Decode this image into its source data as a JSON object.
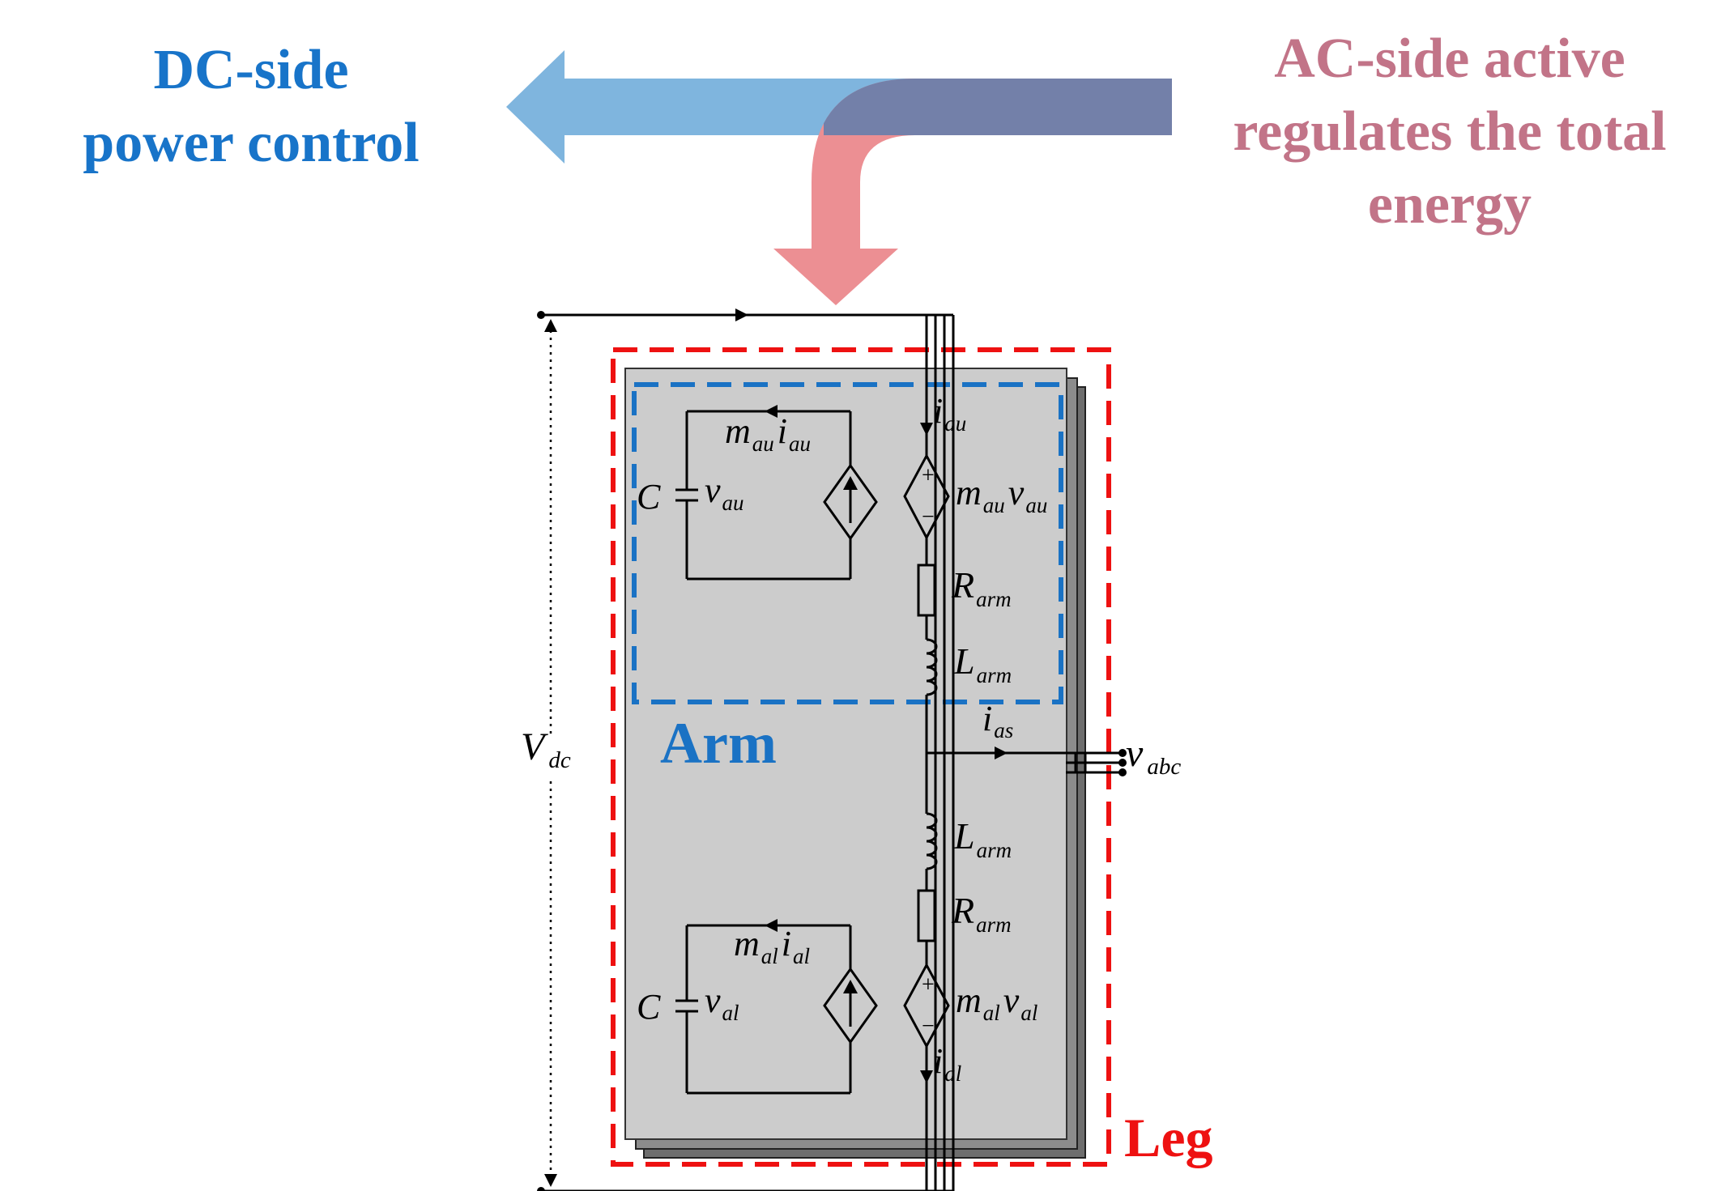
{
  "headings": {
    "dc_side": [
      "DC-side",
      "power control"
    ],
    "ac_side": [
      "AC-side active",
      "regulates the total",
      "energy"
    ]
  },
  "labels": {
    "arm": "Arm",
    "leg": "Leg",
    "vdc": {
      "main": "V",
      "sub": "dc"
    },
    "vabc": {
      "main": "v",
      "sub": "abc"
    },
    "ias": {
      "main": "i",
      "sub": "as"
    },
    "iau": {
      "main": "i",
      "sub": "au"
    },
    "ial": {
      "main": "i",
      "sub": "al"
    },
    "upper": {
      "cap": "C",
      "cap_voltage": {
        "main": "v",
        "sub": "au"
      },
      "current_source": [
        {
          "main": "m",
          "sub": "au"
        },
        {
          "main": "i",
          "sub": "au"
        }
      ],
      "voltage_source": [
        {
          "main": "m",
          "sub": "au"
        },
        {
          "main": "v",
          "sub": "au"
        }
      ],
      "resistor": {
        "main": "R",
        "sub": "arm"
      },
      "inductor": {
        "main": "L",
        "sub": "arm"
      }
    },
    "lower": {
      "cap": "C",
      "cap_voltage": {
        "main": "v",
        "sub": "al"
      },
      "current_source": [
        {
          "main": "m",
          "sub": "al"
        },
        {
          "main": "i",
          "sub": "al"
        }
      ],
      "voltage_source": [
        {
          "main": "m",
          "sub": "al"
        },
        {
          "main": "v",
          "sub": "al"
        }
      ],
      "resistor": {
        "main": "R",
        "sub": "arm"
      },
      "inductor": {
        "main": "L",
        "sub": "arm"
      }
    },
    "plus": "+",
    "minus": "−"
  },
  "colors": {
    "dc_blue": "#1874c9",
    "ac_pink": "#c27488",
    "arrow_blue": "#7fb5de",
    "arrow_pink": "#ec8f93",
    "arrow_overlap": "#7380a9",
    "leg_red": "#ee1111",
    "panel_gray": "#cccccc"
  }
}
